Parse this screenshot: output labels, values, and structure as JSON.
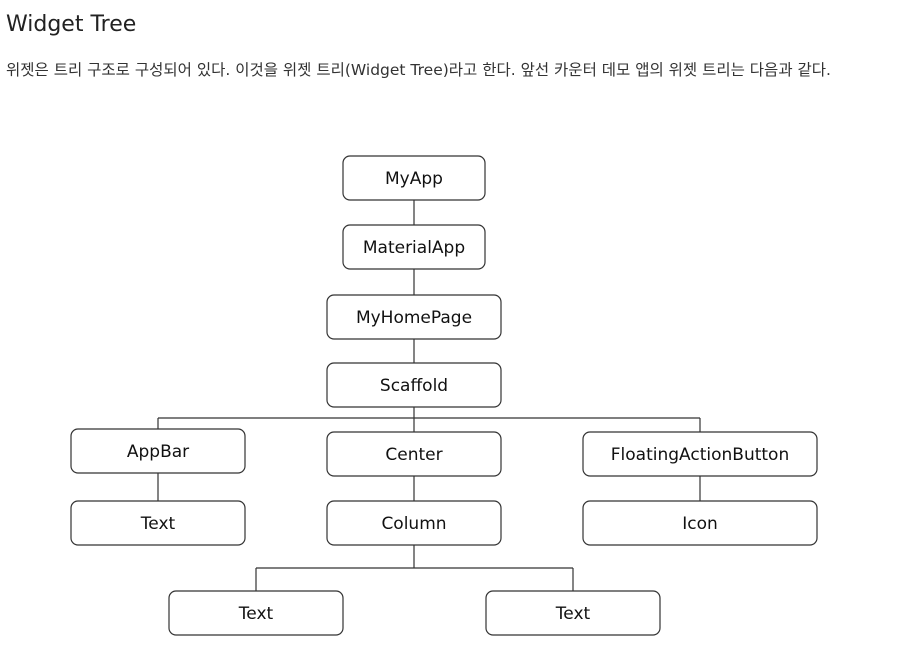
{
  "heading": "Widget Tree",
  "paragraph": "위젯은 트리 구조로 구성되어 있다. 이것을 위젯 트리(Widget Tree)라고 한다. 앞선 카운터 데모 앱의 위젯 트리는 다음과 같다.",
  "tree": {
    "nodes": [
      {
        "id": "myapp",
        "label": "MyApp"
      },
      {
        "id": "materialapp",
        "label": "MaterialApp"
      },
      {
        "id": "myhomepage",
        "label": "MyHomePage"
      },
      {
        "id": "scaffold",
        "label": "Scaffold"
      },
      {
        "id": "appbar",
        "label": "AppBar"
      },
      {
        "id": "center",
        "label": "Center"
      },
      {
        "id": "fab",
        "label": "FloatingActionButton"
      },
      {
        "id": "appbar-text",
        "label": "Text"
      },
      {
        "id": "column",
        "label": "Column"
      },
      {
        "id": "icon",
        "label": "Icon"
      },
      {
        "id": "column-text-1",
        "label": "Text"
      },
      {
        "id": "column-text-2",
        "label": "Text"
      }
    ],
    "edges": [
      [
        "myapp",
        "materialapp"
      ],
      [
        "materialapp",
        "myhomepage"
      ],
      [
        "myhomepage",
        "scaffold"
      ],
      [
        "scaffold",
        "appbar"
      ],
      [
        "scaffold",
        "center"
      ],
      [
        "scaffold",
        "fab"
      ],
      [
        "appbar",
        "appbar-text"
      ],
      [
        "center",
        "column"
      ],
      [
        "fab",
        "icon"
      ],
      [
        "column",
        "column-text-1"
      ],
      [
        "column",
        "column-text-2"
      ]
    ]
  }
}
